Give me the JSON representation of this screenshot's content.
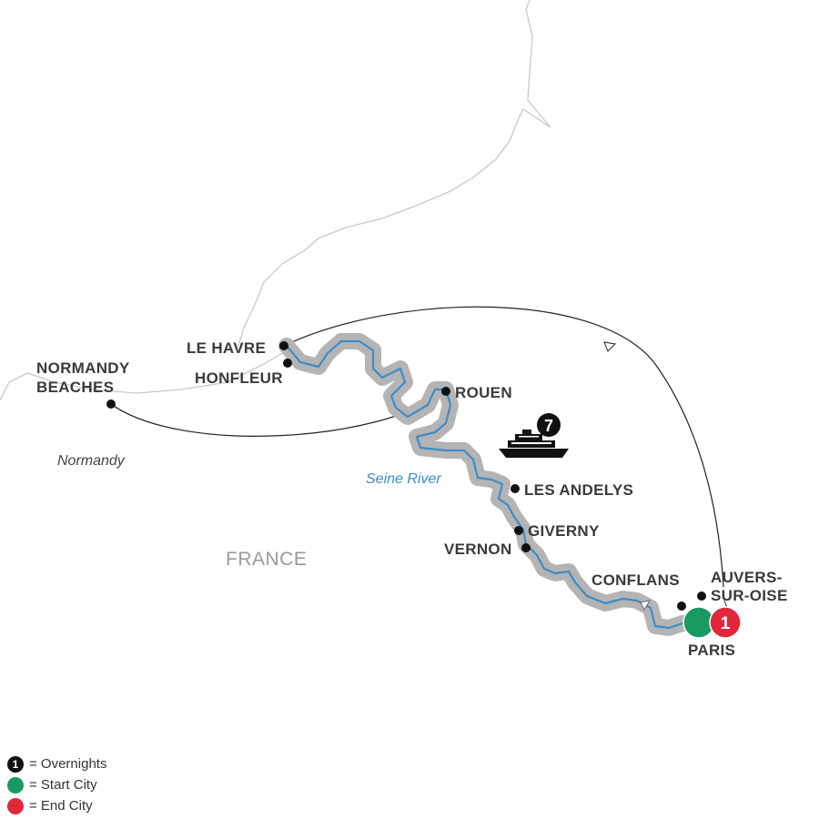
{
  "map": {
    "cities": {
      "le_havre": "LE HAVRE",
      "honfleur": "HONFLEUR",
      "normandy_beaches_line1": "NORMANDY",
      "normandy_beaches_line2": "BEACHES",
      "rouen": "ROUEN",
      "les_andelys": "LES ANDELYS",
      "giverny": "GIVERNY",
      "vernon": "VERNON",
      "conflans": "CONFLANS",
      "auvers_line1": "AUVERS-",
      "auvers_line2": "SUR-OISE",
      "paris": "PARIS"
    },
    "region_label": "Normandy",
    "country_label": "FRANCE",
    "river_label": "Seine River",
    "ship_overnights": "7",
    "end_city_overnights": "1",
    "colors": {
      "start": "#1a9a63",
      "end": "#e0283a",
      "river": "#3d8cc9",
      "river_band": "#b4b4b4",
      "coast": "#c8c8c8"
    }
  },
  "legend": [
    {
      "symbol": "1",
      "icon": "black-number-circle",
      "color": "#111111",
      "text": "= Overnights"
    },
    {
      "symbol": "",
      "icon": "green-circle",
      "color": "#1a9a63",
      "text": "= Start City"
    },
    {
      "symbol": "",
      "icon": "red-circle",
      "color": "#e0283a",
      "text": "= End City"
    }
  ]
}
